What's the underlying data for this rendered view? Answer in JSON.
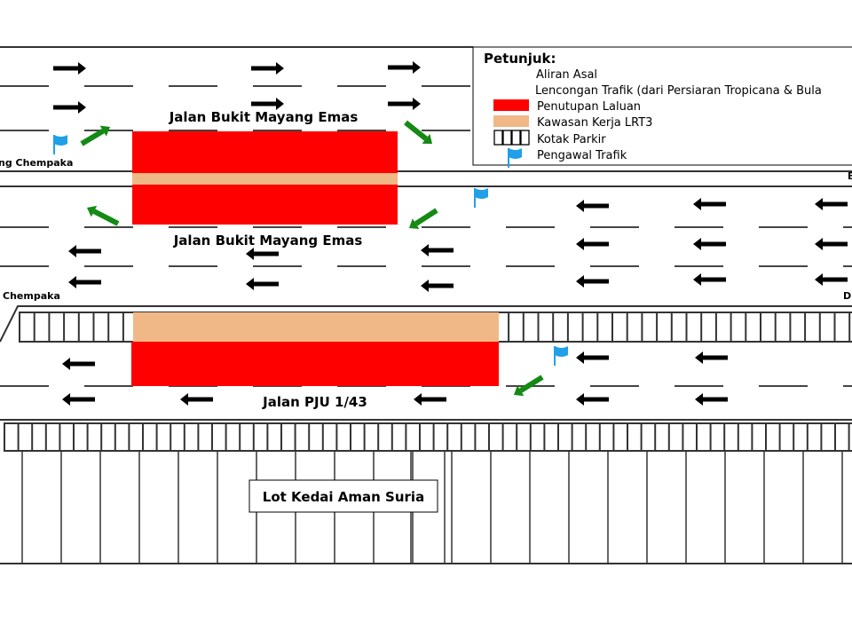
{
  "legend": {
    "title": "Petunjuk:",
    "items": [
      {
        "icon": "black-arrow-icon",
        "label": "Aliran Asal"
      },
      {
        "icon": "green-arrow-icon",
        "label": "Lencongan Trafik (dari Persiaran Tropicana & Bula"
      },
      {
        "icon": "red-box-icon",
        "label": "Penutupan  Laluan"
      },
      {
        "icon": "tan-box-icon",
        "label": "Kawasan Kerja LRT3"
      },
      {
        "icon": "parking-box-icon",
        "label": "Kotak Parkir"
      },
      {
        "icon": "flag-icon",
        "label": "Pengawal Trafik"
      }
    ]
  },
  "roads": {
    "upper_label": "Jalan Bukit Mayang Emas",
    "lower_label": "Jalan Bukit Mayang Emas",
    "pju_label": "Jalan PJU 1/43",
    "left_top": "ng Chempaka",
    "left_bottom": "Chempaka",
    "right_top": "B",
    "right_bottom": "D"
  },
  "lot_label": "Lot Kedai Aman Suria",
  "colors": {
    "closure": "#ff0000",
    "work": "#f0b887",
    "detour": "#138a13",
    "flag": "#1fa0e8"
  }
}
